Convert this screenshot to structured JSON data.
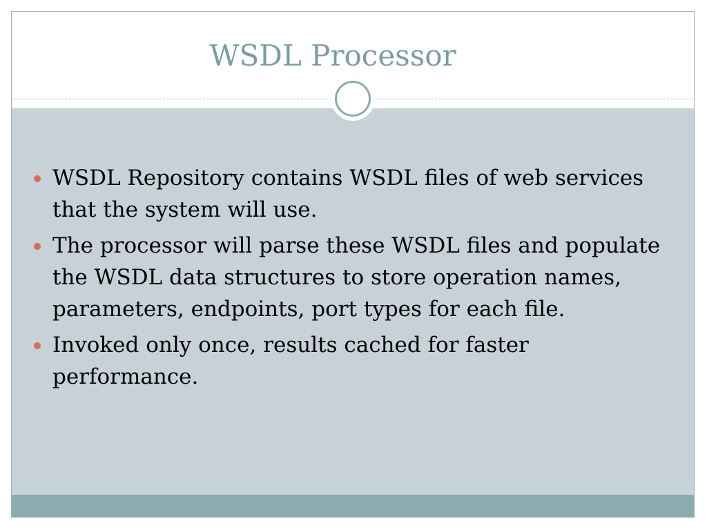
{
  "slide": {
    "title": "WSDL Processor",
    "bullets": [
      "WSDL Repository contains WSDL files of web services that the system will use.",
      "The processor will parse these WSDL files and populate the WSDL data structures to store operation names, parameters, endpoints, port types for each file.",
      "Invoked only once, results cached for faster performance."
    ]
  },
  "colors": {
    "title": "#7a9ea0",
    "content_background": "#c6d1d8",
    "footer_bar": "#8aacaf",
    "bullet_marker": "#d96e5a",
    "ornament_ring": "#8aacaf"
  },
  "icons": {
    "ornament": "circle-ring-icon",
    "bullet": "bullet-dot-icon"
  }
}
